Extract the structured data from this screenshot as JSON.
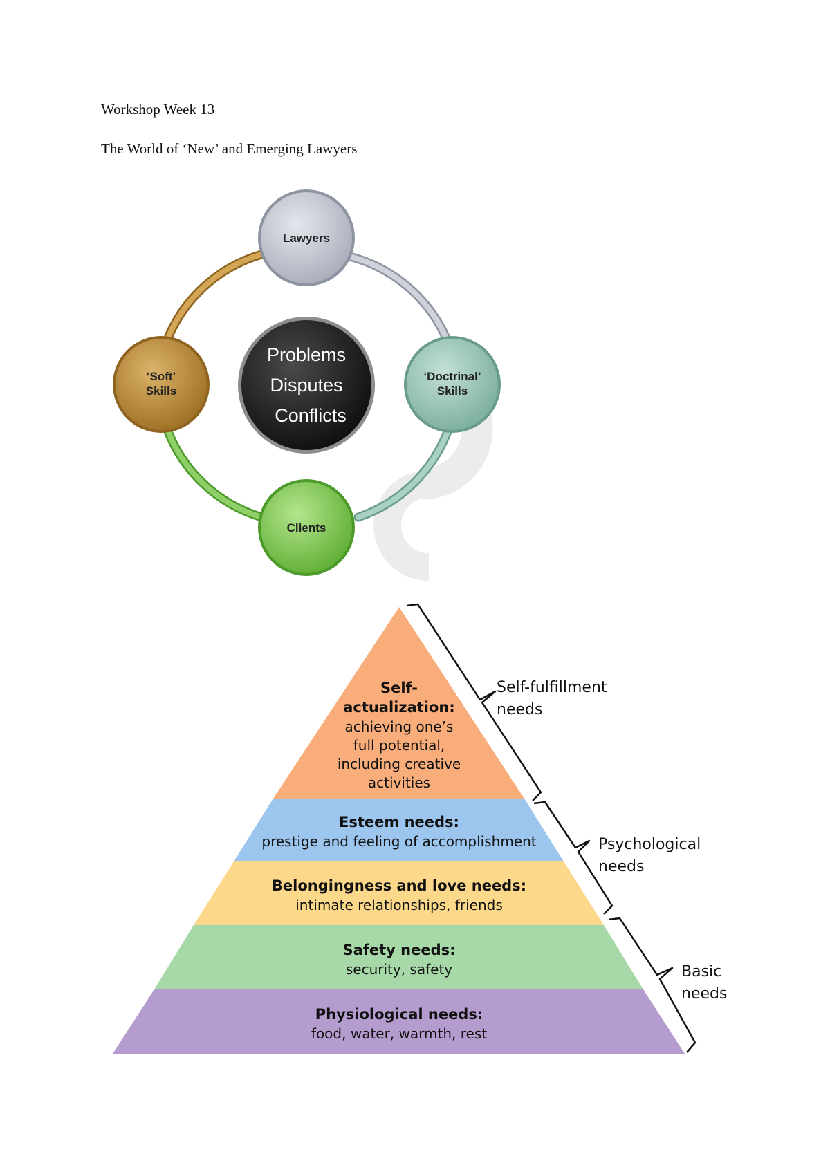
{
  "document": {
    "title": "Workshop Week 13",
    "subtitle": "The World of ‘New’ and Emerging Lawyers"
  },
  "cycle_diagram": {
    "center_lines": [
      "Problems",
      "Disputes",
      "Conflicts"
    ],
    "nodes": {
      "lawyers": [
        "Lawyers"
      ],
      "doctrinal": [
        "‘Doctrinal’",
        "Skills"
      ],
      "clients": [
        "Clients"
      ],
      "soft": [
        "‘Soft’",
        "Skills"
      ]
    },
    "colors": {
      "lawyers": "#b9bcc7",
      "doctrinal": "#8cbcae",
      "clients": "#7dc24e",
      "soft": "#b88a3a",
      "center": "#1c1c1c"
    }
  },
  "pyramid": {
    "levels": [
      {
        "title": "Physiological needs:",
        "desc": "food, water, warmth, rest",
        "color": "#b49cce"
      },
      {
        "title": "Safety needs:",
        "desc": "security, safety",
        "color": "#a6d8a8"
      },
      {
        "title": "Belongingness and love needs:",
        "desc": "intimate relationships, friends",
        "color": "#fcd98a"
      },
      {
        "title": "Esteem needs:",
        "desc": "prestige and feeling of accomplishment",
        "color": "#9cc6ee"
      },
      {
        "title_lines": [
          "Self-",
          "actualization:"
        ],
        "desc_lines": [
          "achieving one’s",
          "full potential,",
          "including creative",
          "activities"
        ],
        "color": "#f9ad7a"
      }
    ],
    "brackets": {
      "self_fulfillment": [
        "Self-fulfillment",
        "needs"
      ],
      "psychological": [
        "Psychological",
        "needs"
      ],
      "basic": [
        "Basic",
        "needs"
      ]
    }
  }
}
